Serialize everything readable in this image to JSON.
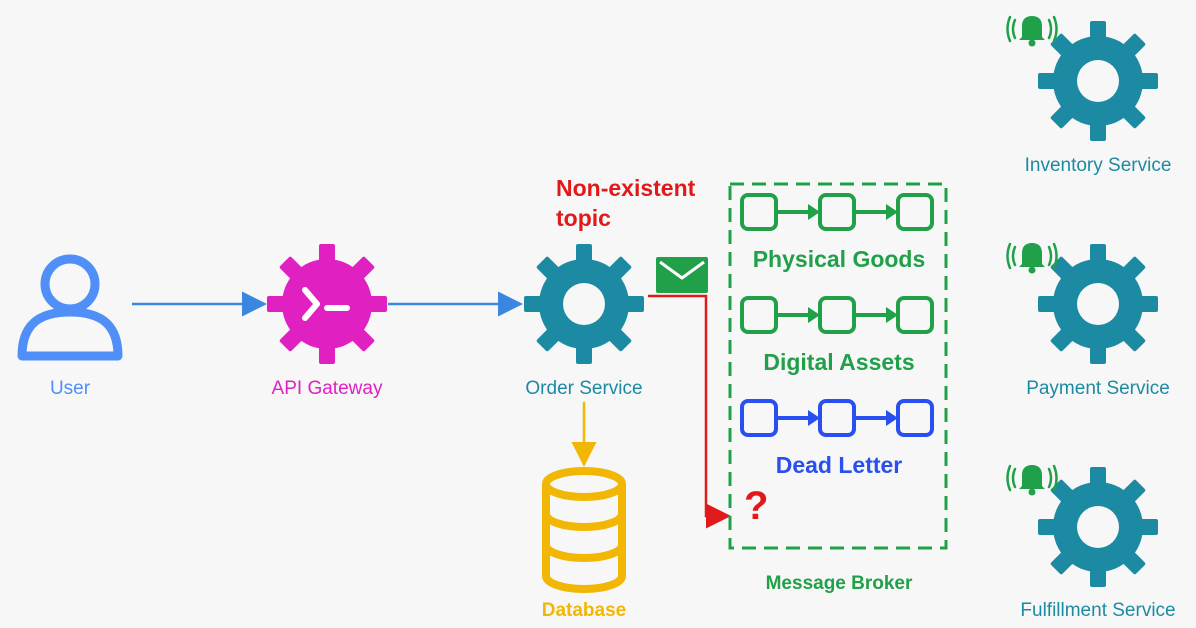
{
  "nodes": {
    "user": {
      "label": "User"
    },
    "gateway": {
      "label": "API Gateway"
    },
    "order": {
      "label": "Order Service"
    },
    "database": {
      "label": "Database"
    },
    "inventory": {
      "label": "Inventory Service"
    },
    "payment": {
      "label": "Payment Service"
    },
    "fulfillment": {
      "label": "Fulfillment Service"
    }
  },
  "broker": {
    "label": "Message Broker",
    "queues": [
      {
        "label": "Physical Goods"
      },
      {
        "label": "Digital Assets"
      },
      {
        "label": "Dead Letter"
      }
    ],
    "unknown_marker": "?"
  },
  "annotations": {
    "warning_line1": "Non-existent",
    "warning_line2": "topic"
  },
  "colors": {
    "user": "#4f8ff7",
    "gateway": "#e020c0",
    "service": "#1d8aa3",
    "database": "#f2b705",
    "queue_ok": "#21a04a",
    "queue_dead": "#2a4ff0",
    "warning": "#e01a1a"
  },
  "icons": {
    "user": "user-icon",
    "gateway": "terminal-gear-icon",
    "service": "gear-icon",
    "database": "database-icon",
    "message": "envelope-icon",
    "alert": "bell-ringing-icon"
  }
}
